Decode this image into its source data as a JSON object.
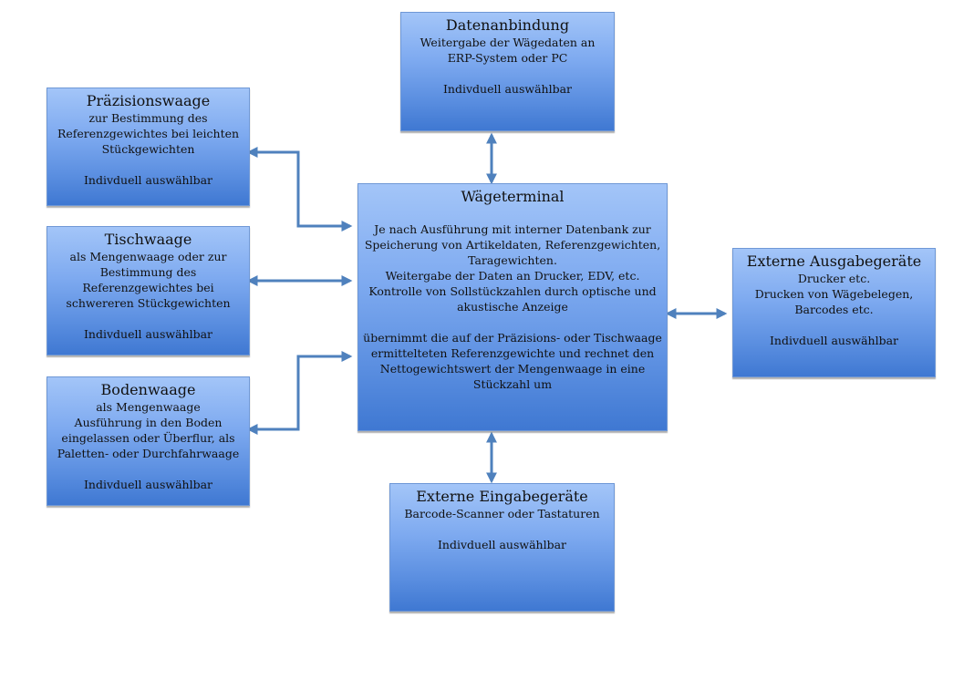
{
  "boxes": {
    "datenanbindung": {
      "title": "Datenanbindung",
      "body": "Weitergabe der Wägedaten an\nERP-System oder PC\n\nIndivduell auswählbar"
    },
    "praezisionswaage": {
      "title": "Präzisionswaage",
      "body": "zur Bestimmung des\nReferenzgewichtes bei leichten\nStückgewichten\n\nIndivduell auswählbar"
    },
    "tischwaage": {
      "title": "Tischwaage",
      "body": "als Mengenwaage oder zur\nBestimmung des\nReferenzgewichtes bei\nschwereren Stückgewichten\n\nIndivduell auswählbar"
    },
    "bodenwaage": {
      "title": "Bodenwaage",
      "body": "als Mengenwaage\nAusführung in den Boden\neingelassen oder Überflur, als\nPaletten- oder Durchfahrwaage\n\nIndivduell auswählbar"
    },
    "waegeterminal": {
      "title": "Wägeterminal",
      "body": "\nJe nach Ausführung mit interner Datenbank zur\nSpeicherung von Artikeldaten, Referenzgewichten,\nTaragewichten.\nWeitergabe der Daten an Drucker, EDV, etc.\nKontrolle von Sollstückzahlen durch optische und\nakustische Anzeige\n\nübernimmt die auf der Präzisions- oder Tischwaage\nermittelteten Referenzgewichte  und rechnet den\nNettogewichtswert der Mengenwaage in eine\nStückzahl um"
    },
    "ausgabe": {
      "title": "Externe Ausgabegeräte",
      "body": "Drucker etc.\nDrucken von Wägebelegen,\nBarcodes etc.\n\nIndivduell auswählbar"
    },
    "eingabe": {
      "title": "Externe Eingabegeräte",
      "body": "Barcode-Scanner oder Tastaturen\n\nIndivduell auswählbar"
    }
  },
  "colors": {
    "box_top": "#a3c5f8",
    "box_bottom": "#3f78d2",
    "connector": "#4f81bd"
  }
}
